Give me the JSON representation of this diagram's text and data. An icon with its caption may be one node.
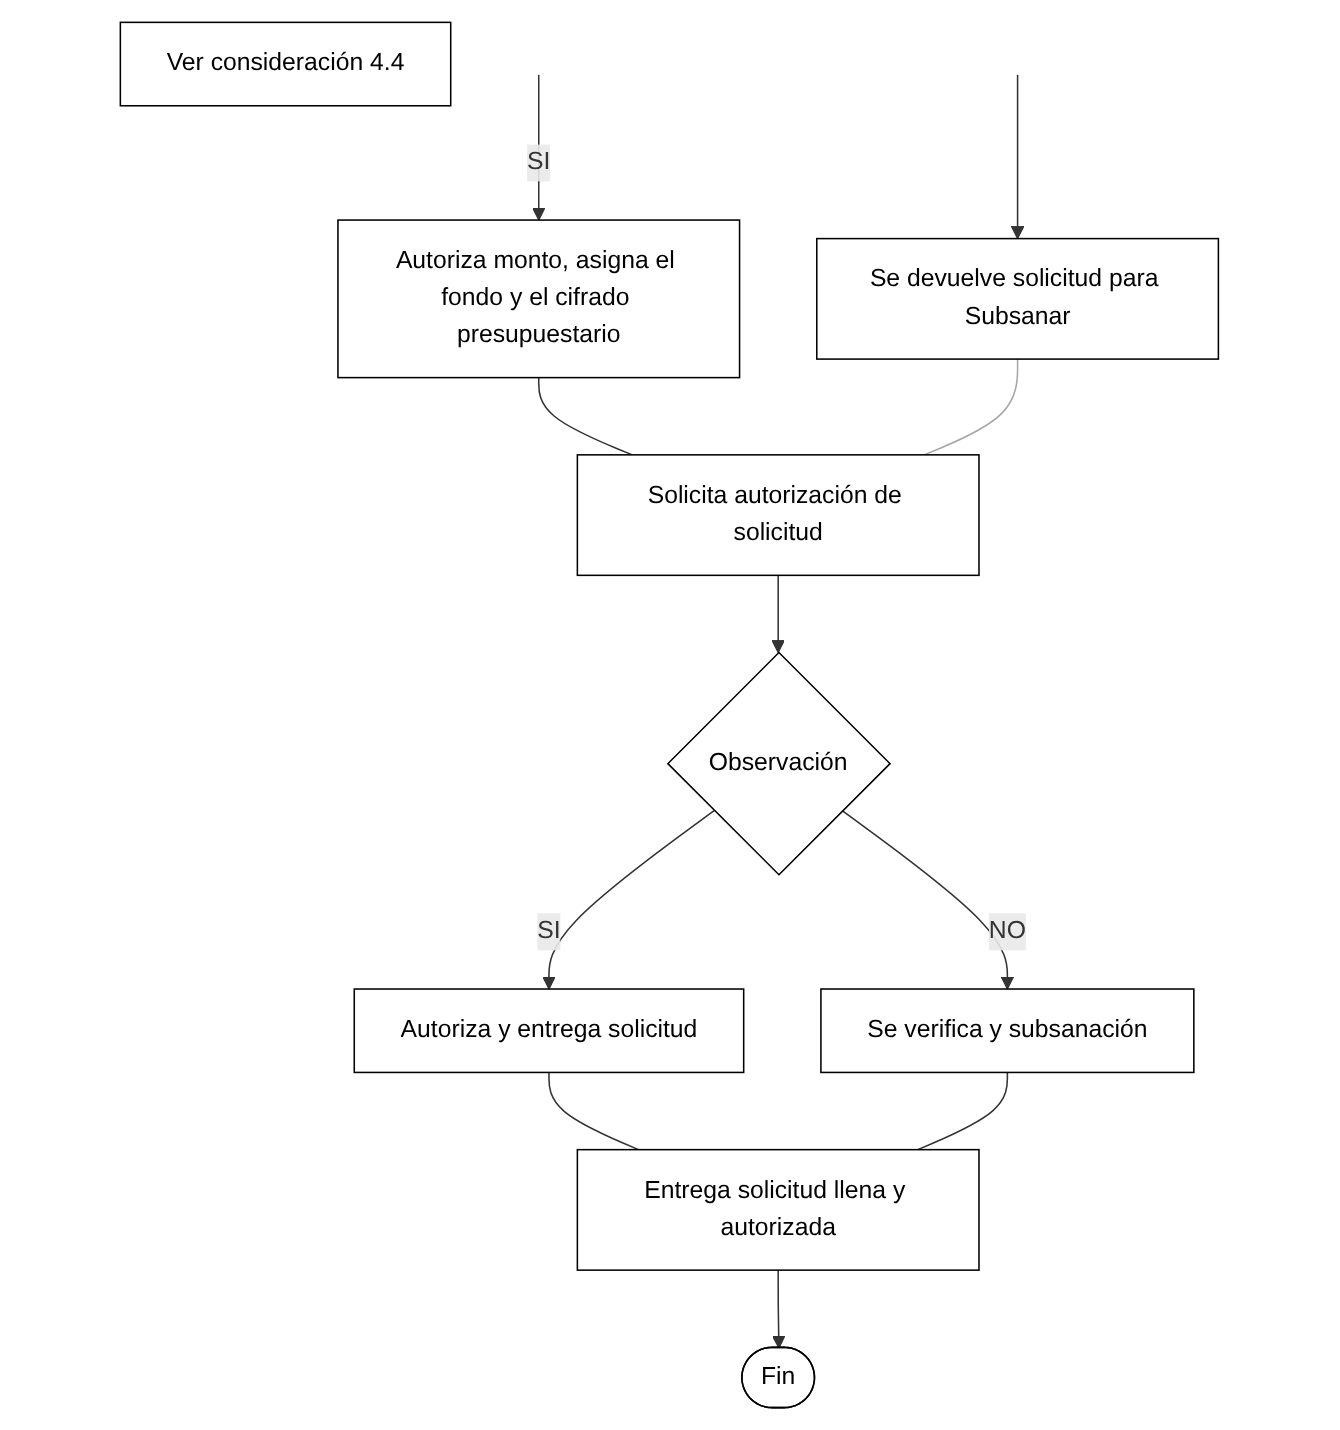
{
  "diagram": {
    "nodes": [
      {
        "text": [
          "Autoriza monto, asigna el fondo y el cifrado presupuestario"
        ]
      },
      {
        "text": [
          "Se devuelve solicitud para Subsanar"
        ]
      },
      {
        "text": [
          "Solicita autorización de solicitud"
        ]
      },
      {
        "text": [
          "Observación"
        ]
      },
      {
        "text": [
          "Autoriza y entrega solicitud"
        ]
      },
      {
        "text": [
          "Se verifica y subsanación"
        ]
      },
      {
        "text": [
          "Entrega solicitud llena y autorizada"
        ]
      },
      {
        "text": [
          "Fin"
        ]
      },
      {
        "text": [
          "Ver consideración 4.4"
        ]
      }
    ],
    "edges": [
      {
        "from": null,
        "to": 0,
        "arrow": "to",
        "label": "SI"
      },
      {
        "from": null,
        "to": 1,
        "arrow": "to"
      },
      {
        "from": 0,
        "to": 2,
        "arrow": "none"
      },
      {
        "from": 1,
        "to": 2,
        "arrow": "none",
        "color": "#a6a6a6"
      },
      {
        "from": 2,
        "to": 3,
        "arrow": "to"
      },
      {
        "from": 3,
        "to": 4,
        "arrow": "to",
        "label": "SI"
      },
      {
        "from": 3,
        "to": 5,
        "arrow": "to",
        "label": "NO"
      },
      {
        "from": 4,
        "to": 6,
        "arrow": "none"
      },
      {
        "from": 5,
        "to": 6,
        "arrow": "none"
      },
      {
        "from": 6,
        "to": 7,
        "arrow": "to"
      }
    ]
  }
}
